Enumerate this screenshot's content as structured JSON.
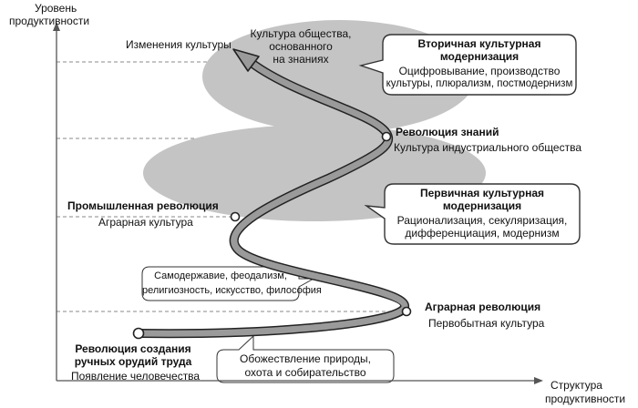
{
  "axes": {
    "y_label_line1": "Уровень",
    "y_label_line2": "продуктивности",
    "x_label_line1": "Структура",
    "x_label_line2": "продуктивности"
  },
  "stages": {
    "origin": {
      "title_line1": "Революция создания",
      "title_line2": "ручных орудий труда",
      "subtitle": "Появление человечества"
    },
    "agrarian": {
      "title": "Аграрная революция",
      "subtitle": "Первобытная культура"
    },
    "industrial": {
      "title": "Промышленная революция",
      "subtitle": "Аграрная культура"
    },
    "knowledge": {
      "title": "Революция знаний",
      "subtitle": "Культура индустриального общества"
    },
    "top": {
      "left_label": "Изменения культуры",
      "center_line1": "Культура общества,",
      "center_line2": "основанного",
      "center_line3": "на знаниях"
    }
  },
  "callouts": {
    "hunting": {
      "line1": "Обожествление природы,",
      "line2": "охота и собирательство"
    },
    "feudalism": {
      "line1": "Самодержавие, феодализм,",
      "line2": "религиозность, искусство, философия"
    },
    "primary": {
      "title_line1": "Первичная культурная",
      "title_line2": "модернизация",
      "line1": "Рационализация, секуляризация,",
      "line2": "дифференциация, модернизм"
    },
    "secondary": {
      "title_line1": "Вторичная культурная",
      "title_line2": "модернизация",
      "line1": "Оцифровывание, производство",
      "line2": "культуры, плюрализм, постмодернизм"
    }
  },
  "colors": {
    "ellipse_fill": "#c4c4c4",
    "arrow_fill": "#9a9a9a",
    "arrow_stroke": "#222222",
    "box_stroke": "#333333",
    "axis": "#555555",
    "dash": "#8a8a8a"
  }
}
